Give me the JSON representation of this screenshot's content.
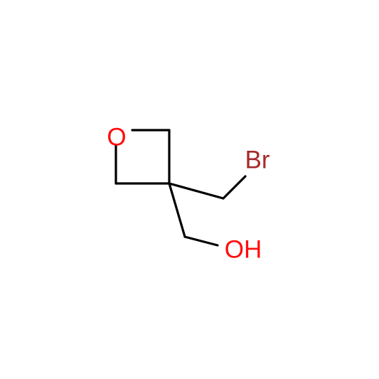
{
  "molecule": {
    "atoms": {
      "ring_oxygen": {
        "symbol": "O",
        "color": "#ff0d0d"
      },
      "bromine": {
        "symbol": "Br",
        "color": "#a62929"
      },
      "hydroxyl": {
        "symbol": "OH",
        "color": "#ff0d0d"
      }
    },
    "bond_color": "#000000",
    "background_color": "#ffffff"
  }
}
